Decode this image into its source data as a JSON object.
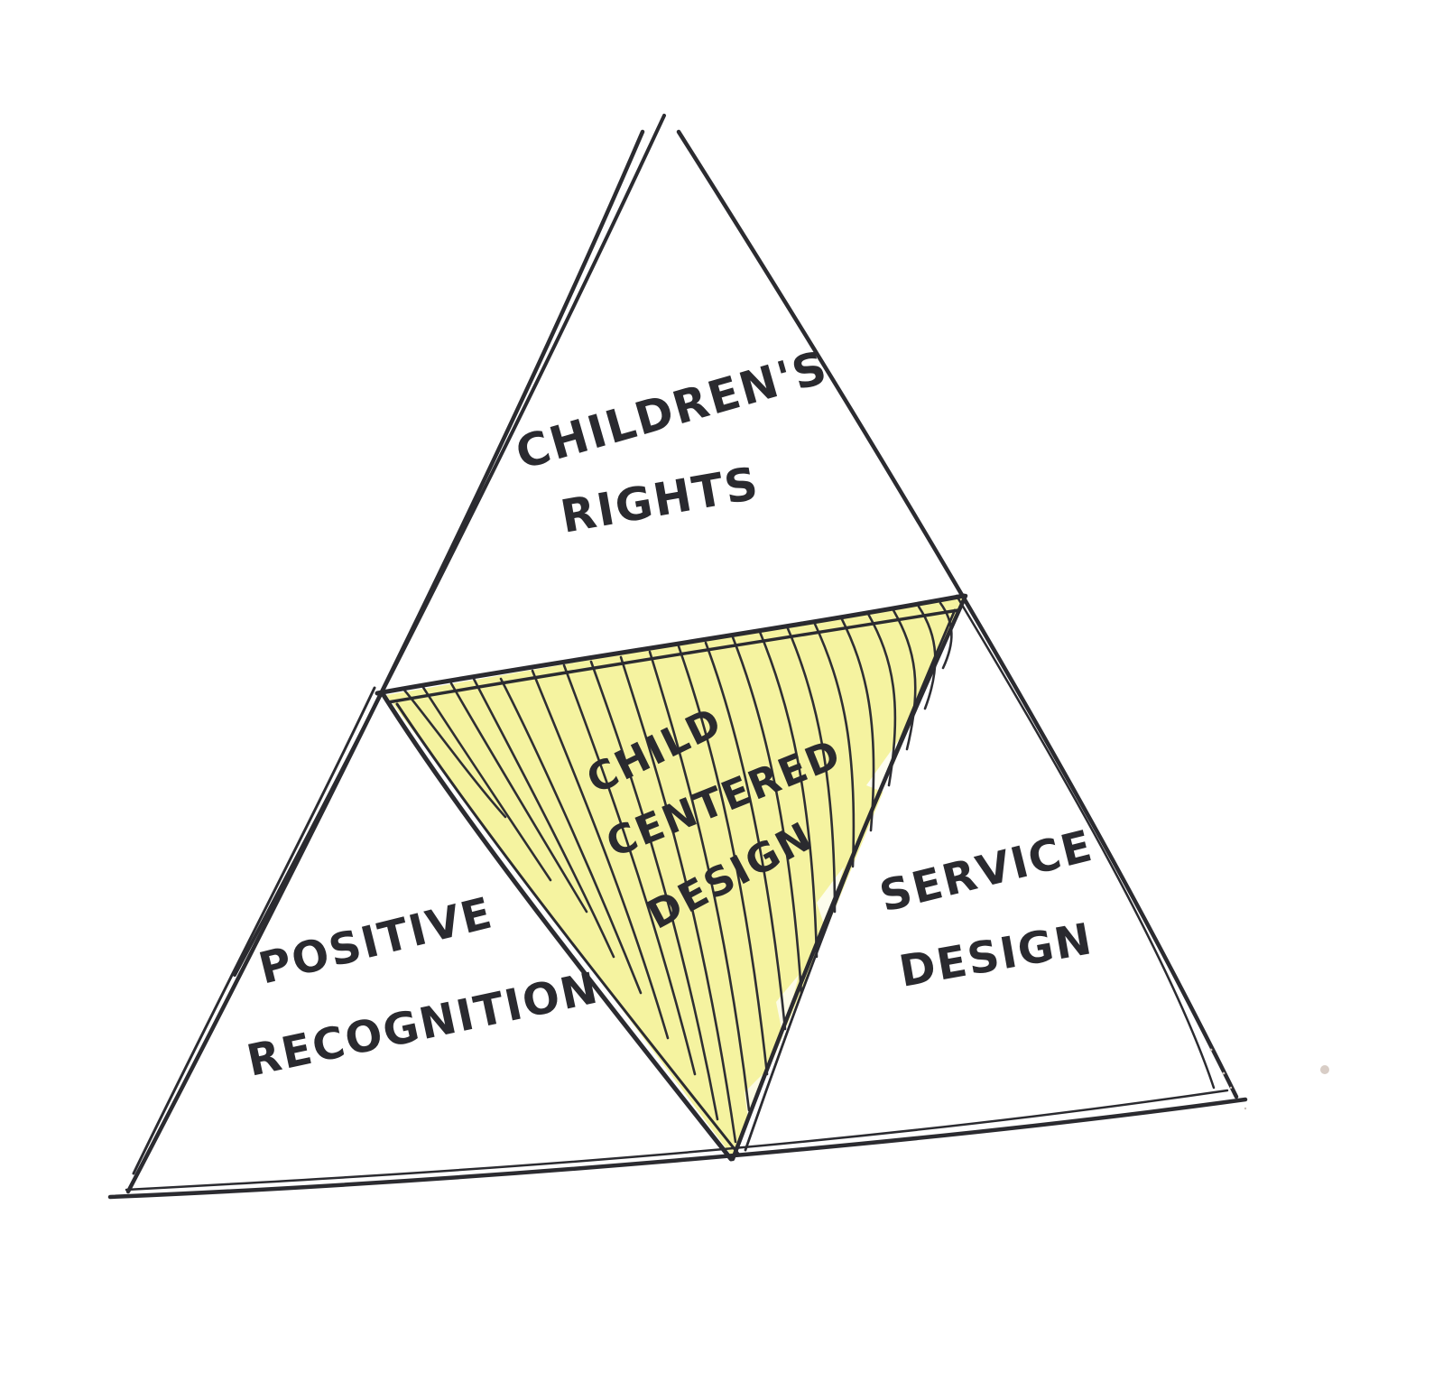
{
  "diagram": {
    "type": "triangle-framework-sketch",
    "style": "hand-drawn pen on paper",
    "colors": {
      "background": "#ffffff",
      "ink": "#2b2b30",
      "center_fill": "#f5f3a0"
    },
    "sections": {
      "top": {
        "line1": "CHILDREN'S",
        "line2": "RIGHTS"
      },
      "center": {
        "line1": "CHILD",
        "line2": "CENTERED",
        "line3": "DESIGN"
      },
      "bottom_left": {
        "line1": "POSITIVE",
        "line2": "RECOGNITION"
      },
      "bottom_right": {
        "line1": "SERVICE",
        "line2": "DESIGN"
      }
    }
  }
}
